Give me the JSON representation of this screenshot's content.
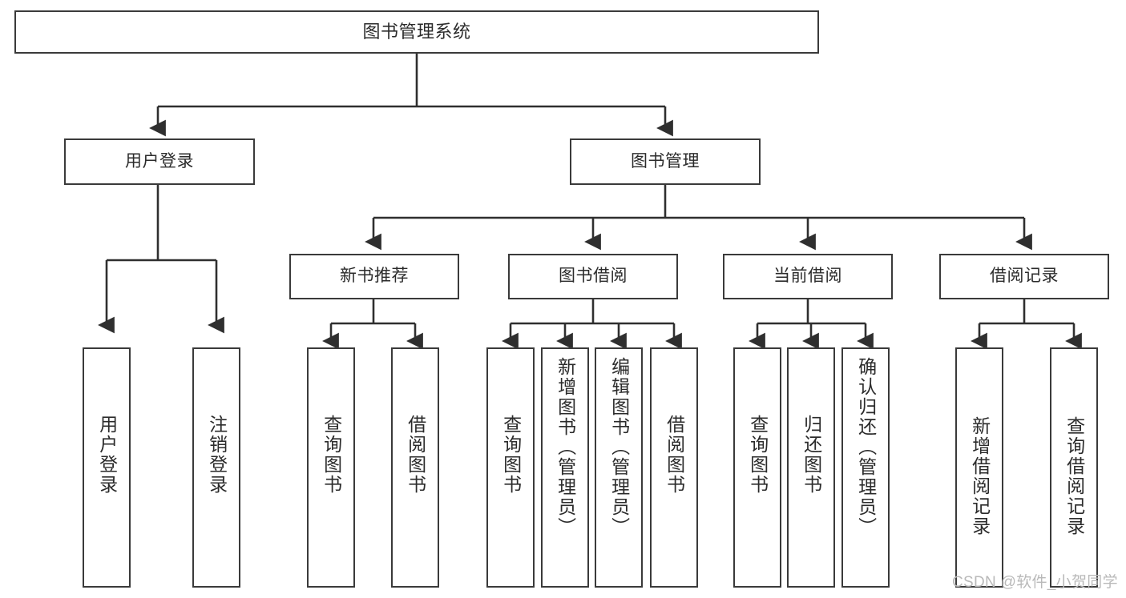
{
  "diagram": {
    "type": "tree-hierarchy-chart",
    "title_node": {
      "label": "图书管理系统"
    },
    "level2": [
      {
        "id": "user-login",
        "label": "用户登录"
      },
      {
        "id": "book-management",
        "label": "图书管理"
      }
    ],
    "level3": [
      {
        "id": "new-book-recommend",
        "label": "新书推荐",
        "parent": "book-management"
      },
      {
        "id": "book-borrow",
        "label": "图书借阅",
        "parent": "book-management"
      },
      {
        "id": "current-borrow",
        "label": "当前借阅",
        "parent": "book-management"
      },
      {
        "id": "borrow-record",
        "label": "借阅记录",
        "parent": "book-management"
      }
    ],
    "leaves": [
      {
        "id": "leaf-user-login",
        "label": "用户登录",
        "parent": "user-login"
      },
      {
        "id": "leaf-logout-login",
        "label": "注销登录",
        "parent": "user-login"
      },
      {
        "id": "leaf-query-book-1",
        "label": "查询图书",
        "parent": "new-book-recommend"
      },
      {
        "id": "leaf-borrow-book-1",
        "label": "借阅图书",
        "parent": "new-book-recommend"
      },
      {
        "id": "leaf-query-book-2",
        "label": "查询图书",
        "parent": "book-borrow"
      },
      {
        "id": "leaf-add-book",
        "label": "新增图书（管理员）",
        "parent": "book-borrow"
      },
      {
        "id": "leaf-edit-book",
        "label": "编辑图书（管理员）",
        "parent": "book-borrow"
      },
      {
        "id": "leaf-borrow-book-2",
        "label": "借阅图书",
        "parent": "book-borrow"
      },
      {
        "id": "leaf-query-book-3",
        "label": "查询图书",
        "parent": "current-borrow"
      },
      {
        "id": "leaf-return-book",
        "label": "归还图书",
        "parent": "current-borrow"
      },
      {
        "id": "leaf-confirm-return",
        "label": "确认归还（管理员）",
        "parent": "current-borrow"
      },
      {
        "id": "leaf-add-record",
        "label": "新增借阅记录",
        "parent": "borrow-record"
      },
      {
        "id": "leaf-query-record",
        "label": "查询借阅记录",
        "parent": "borrow-record"
      }
    ],
    "colors": {
      "box_border": "#3a3a3a",
      "box_fill": "#ffffff",
      "connector": "#2f2f2f",
      "text": "#2b2b2b",
      "watermark": "#b9b9b9",
      "background": "#ffffff"
    }
  },
  "watermark": {
    "text": "CSDN @软件_小贺同学"
  }
}
